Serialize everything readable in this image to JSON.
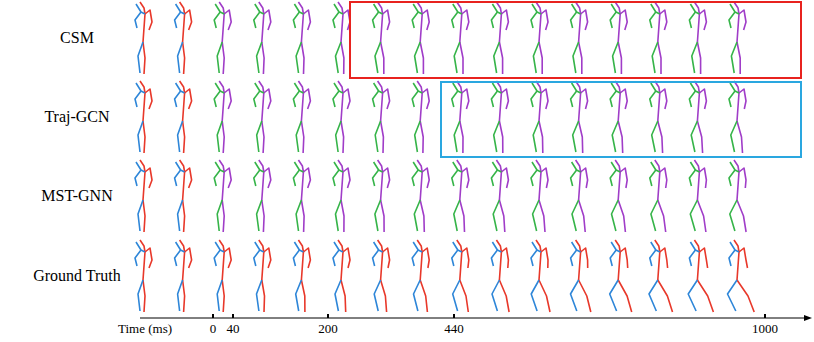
{
  "diagram": {
    "labels": [
      "CSM",
      "Traj-GCN",
      "MST-GNN",
      "Ground Truth",
      "Time (ms)",
      "0",
      "40",
      "200",
      "440",
      "1000"
    ]
  }
}
